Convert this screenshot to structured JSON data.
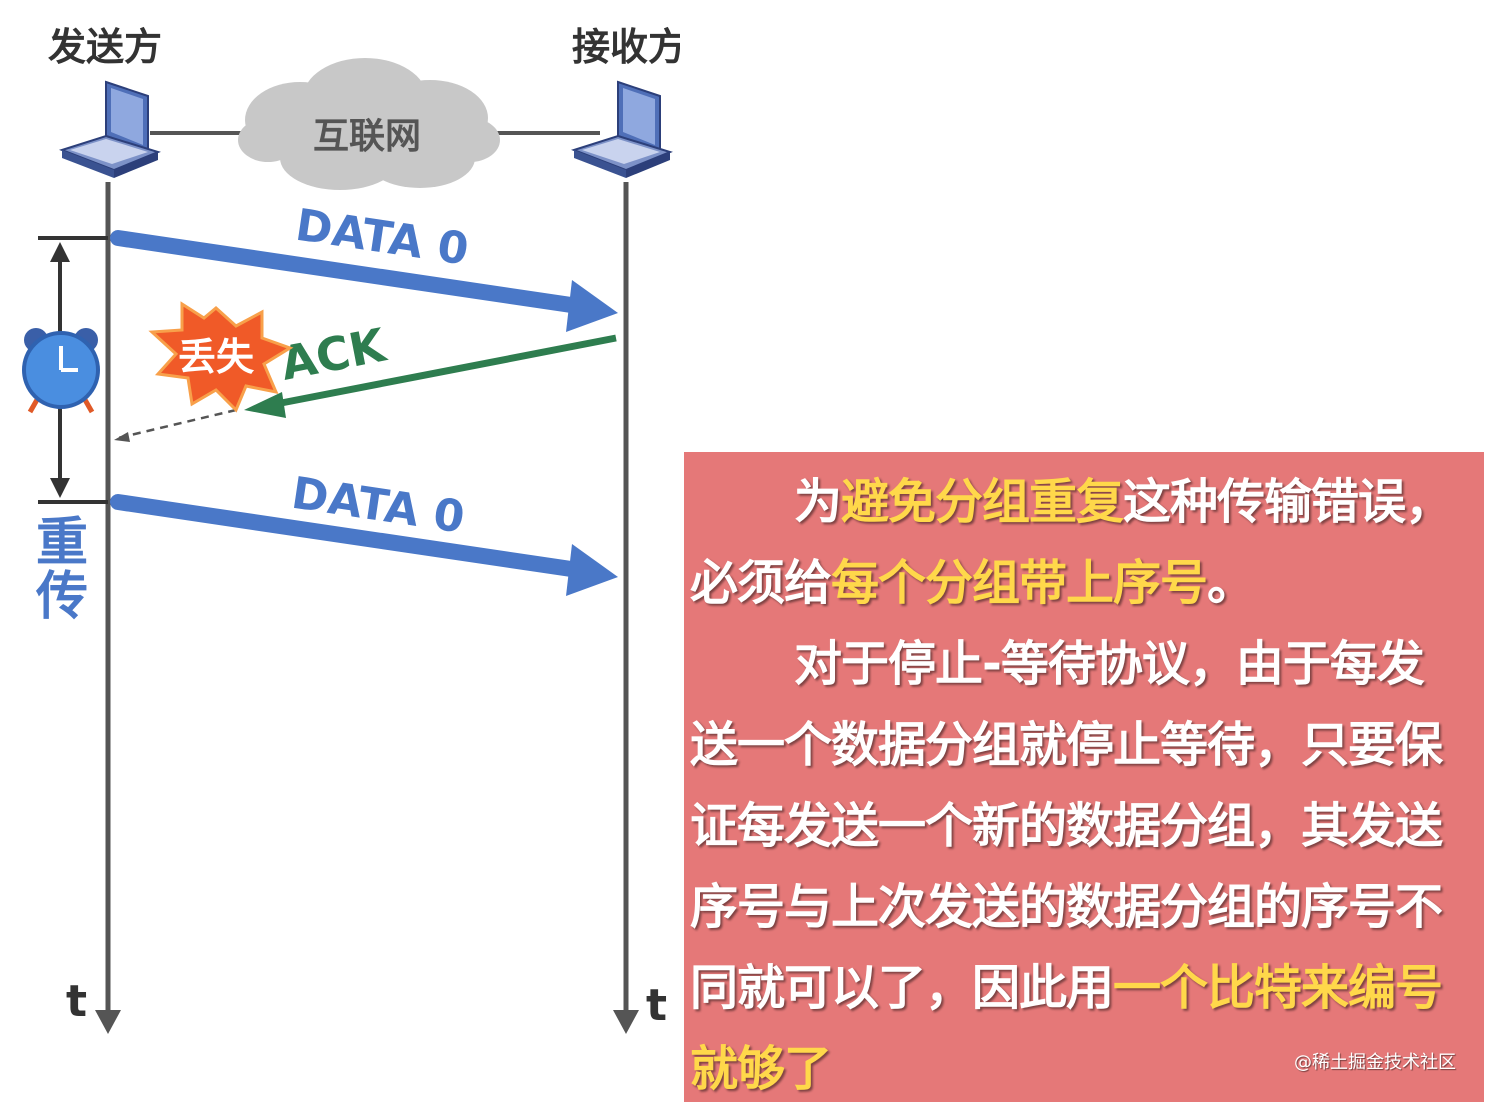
{
  "diagram": {
    "sender_label": "发送方",
    "receiver_label": "接收方",
    "network_label": "互联网",
    "messages": [
      {
        "label": "DATA 0",
        "direction": "sender-to-receiver",
        "lost": false
      },
      {
        "label": "ACK",
        "direction": "receiver-to-sender",
        "lost": true
      },
      {
        "label": "DATA 0",
        "direction": "sender-to-receiver",
        "lost": false
      }
    ],
    "lost_label": "丢失",
    "retransmit_label": [
      "重",
      "传"
    ],
    "time_label_left": "t",
    "time_label_right": "t"
  },
  "note": {
    "paragraphs": [
      [
        {
          "text": "为",
          "hl": false
        },
        {
          "text": "避免分组重复",
          "hl": true
        },
        {
          "text": "这种传输错误，必须给",
          "hl": false
        },
        {
          "text": "每个分组带上序号",
          "hl": true
        },
        {
          "text": "。",
          "hl": false
        }
      ],
      [
        {
          "text": "对于停止-等待协议，由于每发送一个数据分组就停止等待，只要保证每发送一个新的数据分组，其发送序号与上次发送的数据分组的序号不同就可以了，因此用",
          "hl": false
        },
        {
          "text": "一个比特来编号就够了",
          "hl": true
        }
      ]
    ],
    "watermark": "@稀土掘金技术社区"
  },
  "colors": {
    "data_arrow": "#4a78c8",
    "ack_arrow": "#2e7d4f",
    "lost_burst": "#f05a28",
    "note_background": "#e57878",
    "highlight_text": "#ffd84a",
    "timeline": "#555555"
  }
}
